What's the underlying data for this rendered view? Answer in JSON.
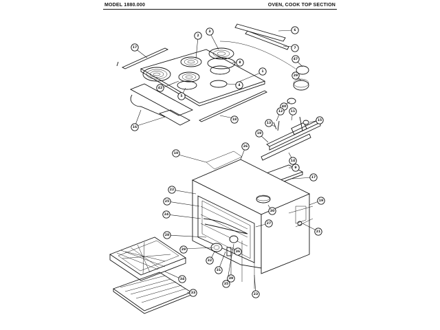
{
  "header": {
    "model": "MODEL 1880.000",
    "section": "OVEN, COOK TOP SECTION"
  },
  "callouts": [
    {
      "id": "c-6",
      "label": "6"
    },
    {
      "id": "c-7",
      "label": "7"
    },
    {
      "id": "c-47",
      "label": "47"
    },
    {
      "id": "c-29",
      "label": "29"
    },
    {
      "id": "c-40",
      "label": "40"
    },
    {
      "id": "c-2",
      "label": "2"
    },
    {
      "id": "c-3",
      "label": "3"
    },
    {
      "id": "c-8",
      "label": "8"
    },
    {
      "id": "c-17",
      "label": "17"
    },
    {
      "id": "c-1",
      "label": "1"
    },
    {
      "id": "c-42",
      "label": "42"
    },
    {
      "id": "c-4",
      "label": "4"
    },
    {
      "id": "c-5",
      "label": "5"
    },
    {
      "id": "c-18",
      "label": "18"
    },
    {
      "id": "c-16",
      "label": "16"
    },
    {
      "id": "c-13",
      "label": "13"
    },
    {
      "id": "c-12",
      "label": "12"
    },
    {
      "id": "c-11",
      "label": "11"
    },
    {
      "id": "c-15",
      "label": "15"
    },
    {
      "id": "c-19",
      "label": "19"
    },
    {
      "id": "c-14",
      "label": "14"
    },
    {
      "id": "c-9",
      "label": "9"
    },
    {
      "id": "c-10",
      "label": "10"
    },
    {
      "id": "c-26",
      "label": "26"
    },
    {
      "id": "c-17b",
      "label": "17"
    },
    {
      "id": "c-22",
      "label": "22"
    },
    {
      "id": "c-25",
      "label": "25"
    },
    {
      "id": "c-24",
      "label": "24"
    },
    {
      "id": "c-30",
      "label": "30"
    },
    {
      "id": "c-27",
      "label": "27"
    },
    {
      "id": "c-19b",
      "label": "19"
    },
    {
      "id": "c-21",
      "label": "21"
    },
    {
      "id": "c-28",
      "label": "28"
    },
    {
      "id": "c-29b",
      "label": "29"
    },
    {
      "id": "c-36",
      "label": "36"
    },
    {
      "id": "c-32",
      "label": "32"
    },
    {
      "id": "c-31",
      "label": "31"
    },
    {
      "id": "c-39",
      "label": "39"
    },
    {
      "id": "c-35",
      "label": "35"
    },
    {
      "id": "c-34",
      "label": "34"
    },
    {
      "id": "c-33",
      "label": "33"
    },
    {
      "id": "c-23",
      "label": "23"
    }
  ]
}
